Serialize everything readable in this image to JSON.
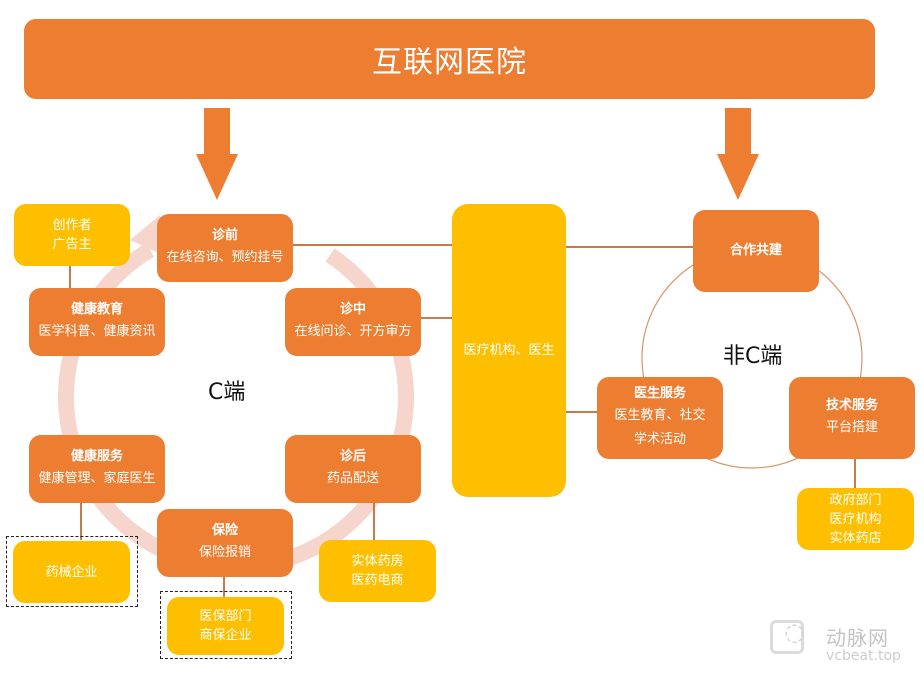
{
  "title": "互联网医院",
  "colors": {
    "primary_orange": "#ec7d31",
    "accent_yellow": "#fdbf00",
    "cycle_arrow": "#f6d5cc",
    "connector": "#c97a4a"
  },
  "c_side": {
    "label": "C端",
    "stages": [
      {
        "id": "pre",
        "title": "诊前",
        "desc": "在线咨询、预约挂号"
      },
      {
        "id": "during",
        "title": "诊中",
        "desc": "在线问诊、开方审方"
      },
      {
        "id": "post",
        "title": "诊后",
        "desc": "药品配送"
      },
      {
        "id": "insurance",
        "title": "保险",
        "desc": "保险报销"
      },
      {
        "id": "health-service",
        "title": "健康服务",
        "desc": "健康管理、家庭医生"
      },
      {
        "id": "health-education",
        "title": "健康教育",
        "desc": "医学科普、健康资讯"
      }
    ],
    "partners": {
      "creators": [
        "创作者",
        "广告主"
      ],
      "pharma": [
        "药械企业"
      ],
      "insurers": [
        "医保部门",
        "商保企业"
      ],
      "pharmacies": [
        "实体药房",
        "医药电商"
      ]
    }
  },
  "center": {
    "label": "医疗机构、医生"
  },
  "non_c_side": {
    "label": "非C端",
    "nodes": [
      {
        "id": "cooperation",
        "title": "合作共建",
        "desc": []
      },
      {
        "id": "doctor-service",
        "title": "医生服务",
        "desc": [
          "医生教育、社交",
          "学术活动"
        ]
      },
      {
        "id": "tech-service",
        "title": "技术服务",
        "desc": [
          "平台搭建"
        ]
      }
    ],
    "partners": {
      "tech": [
        "政府部门",
        "医疗机构",
        "实体药店"
      ]
    }
  },
  "watermark": {
    "brand": "动脉网",
    "url": "vcbeat.top",
    "icon": "wechat-icon"
  }
}
